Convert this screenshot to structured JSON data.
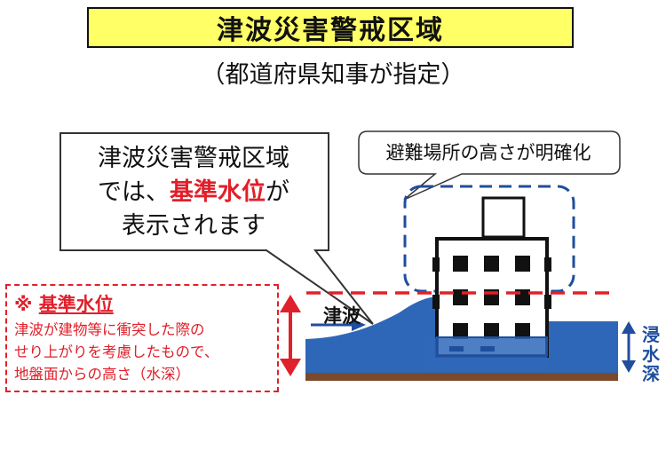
{
  "title": "津波災害警戒区域",
  "subtitle": "（都道府県知事が指定）",
  "callout": {
    "line1": "津波災害警戒区域",
    "line2_prefix": "では、",
    "line2_highlight": "基準水位",
    "line2_suffix": "が",
    "line3": "表示されます"
  },
  "callout2": {
    "text": "避難場所の高さが明確化"
  },
  "note": {
    "mark": "※ ",
    "heading": "基準水位",
    "line1": "津波が建物等に衝突した際の",
    "line2": "せり上がりを考慮したもので、",
    "line3": "地盤面からの高さ（水深）"
  },
  "wave_label": "津波",
  "depth_label": [
    "浸",
    "水",
    "深"
  ],
  "colors": {
    "title_bg": "#ffff66",
    "highlight_red": "#e0202a",
    "water_blue": "#2f67b8",
    "dark_blue": "#1f4e9e",
    "ground_brown": "#7a4a2a"
  }
}
